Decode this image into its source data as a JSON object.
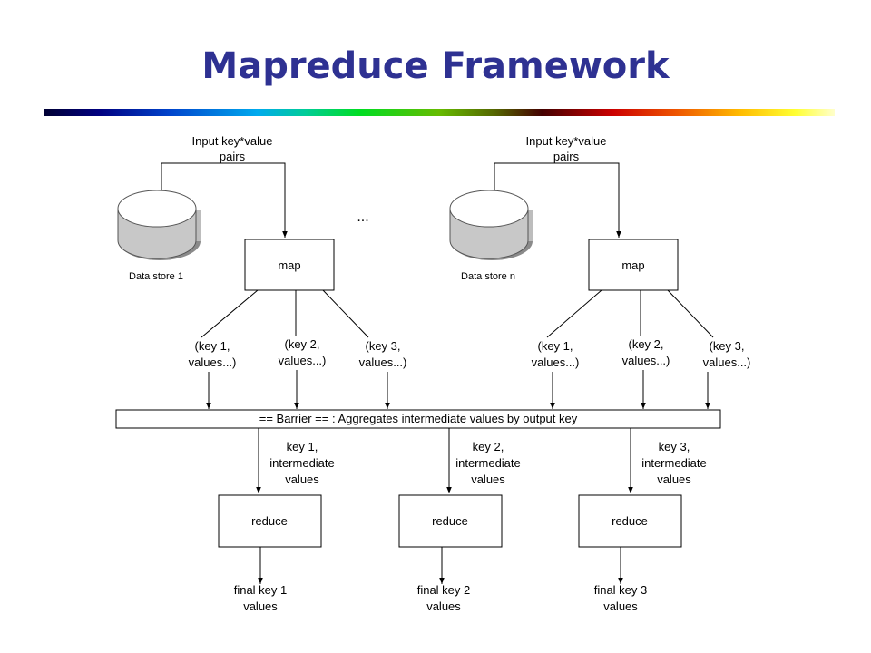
{
  "title": "Mapreduce Framework",
  "input_pairs": [
    "Input key*value",
    "pairs"
  ],
  "ellipsis": "...",
  "data_stores": [
    "Data store 1",
    "Data store n"
  ],
  "map_label": "map",
  "map_outputs": [
    [
      "(key 1,",
      "values...)"
    ],
    [
      "(key 2,",
      "values...)"
    ],
    [
      "(key 3,",
      "values...)"
    ]
  ],
  "barrier": "== Barrier ==  : Aggregates intermediate values by output key",
  "reduce_inputs": [
    [
      "key 1,",
      "intermediate",
      "values"
    ],
    [
      "key 2,",
      "intermediate",
      "values"
    ],
    [
      "key 3,",
      "intermediate",
      "values"
    ]
  ],
  "reduce_label": "reduce",
  "final_outputs": [
    [
      "final key 1",
      "values"
    ],
    [
      "final key 2",
      "values"
    ],
    [
      "final key 3",
      "values"
    ]
  ]
}
